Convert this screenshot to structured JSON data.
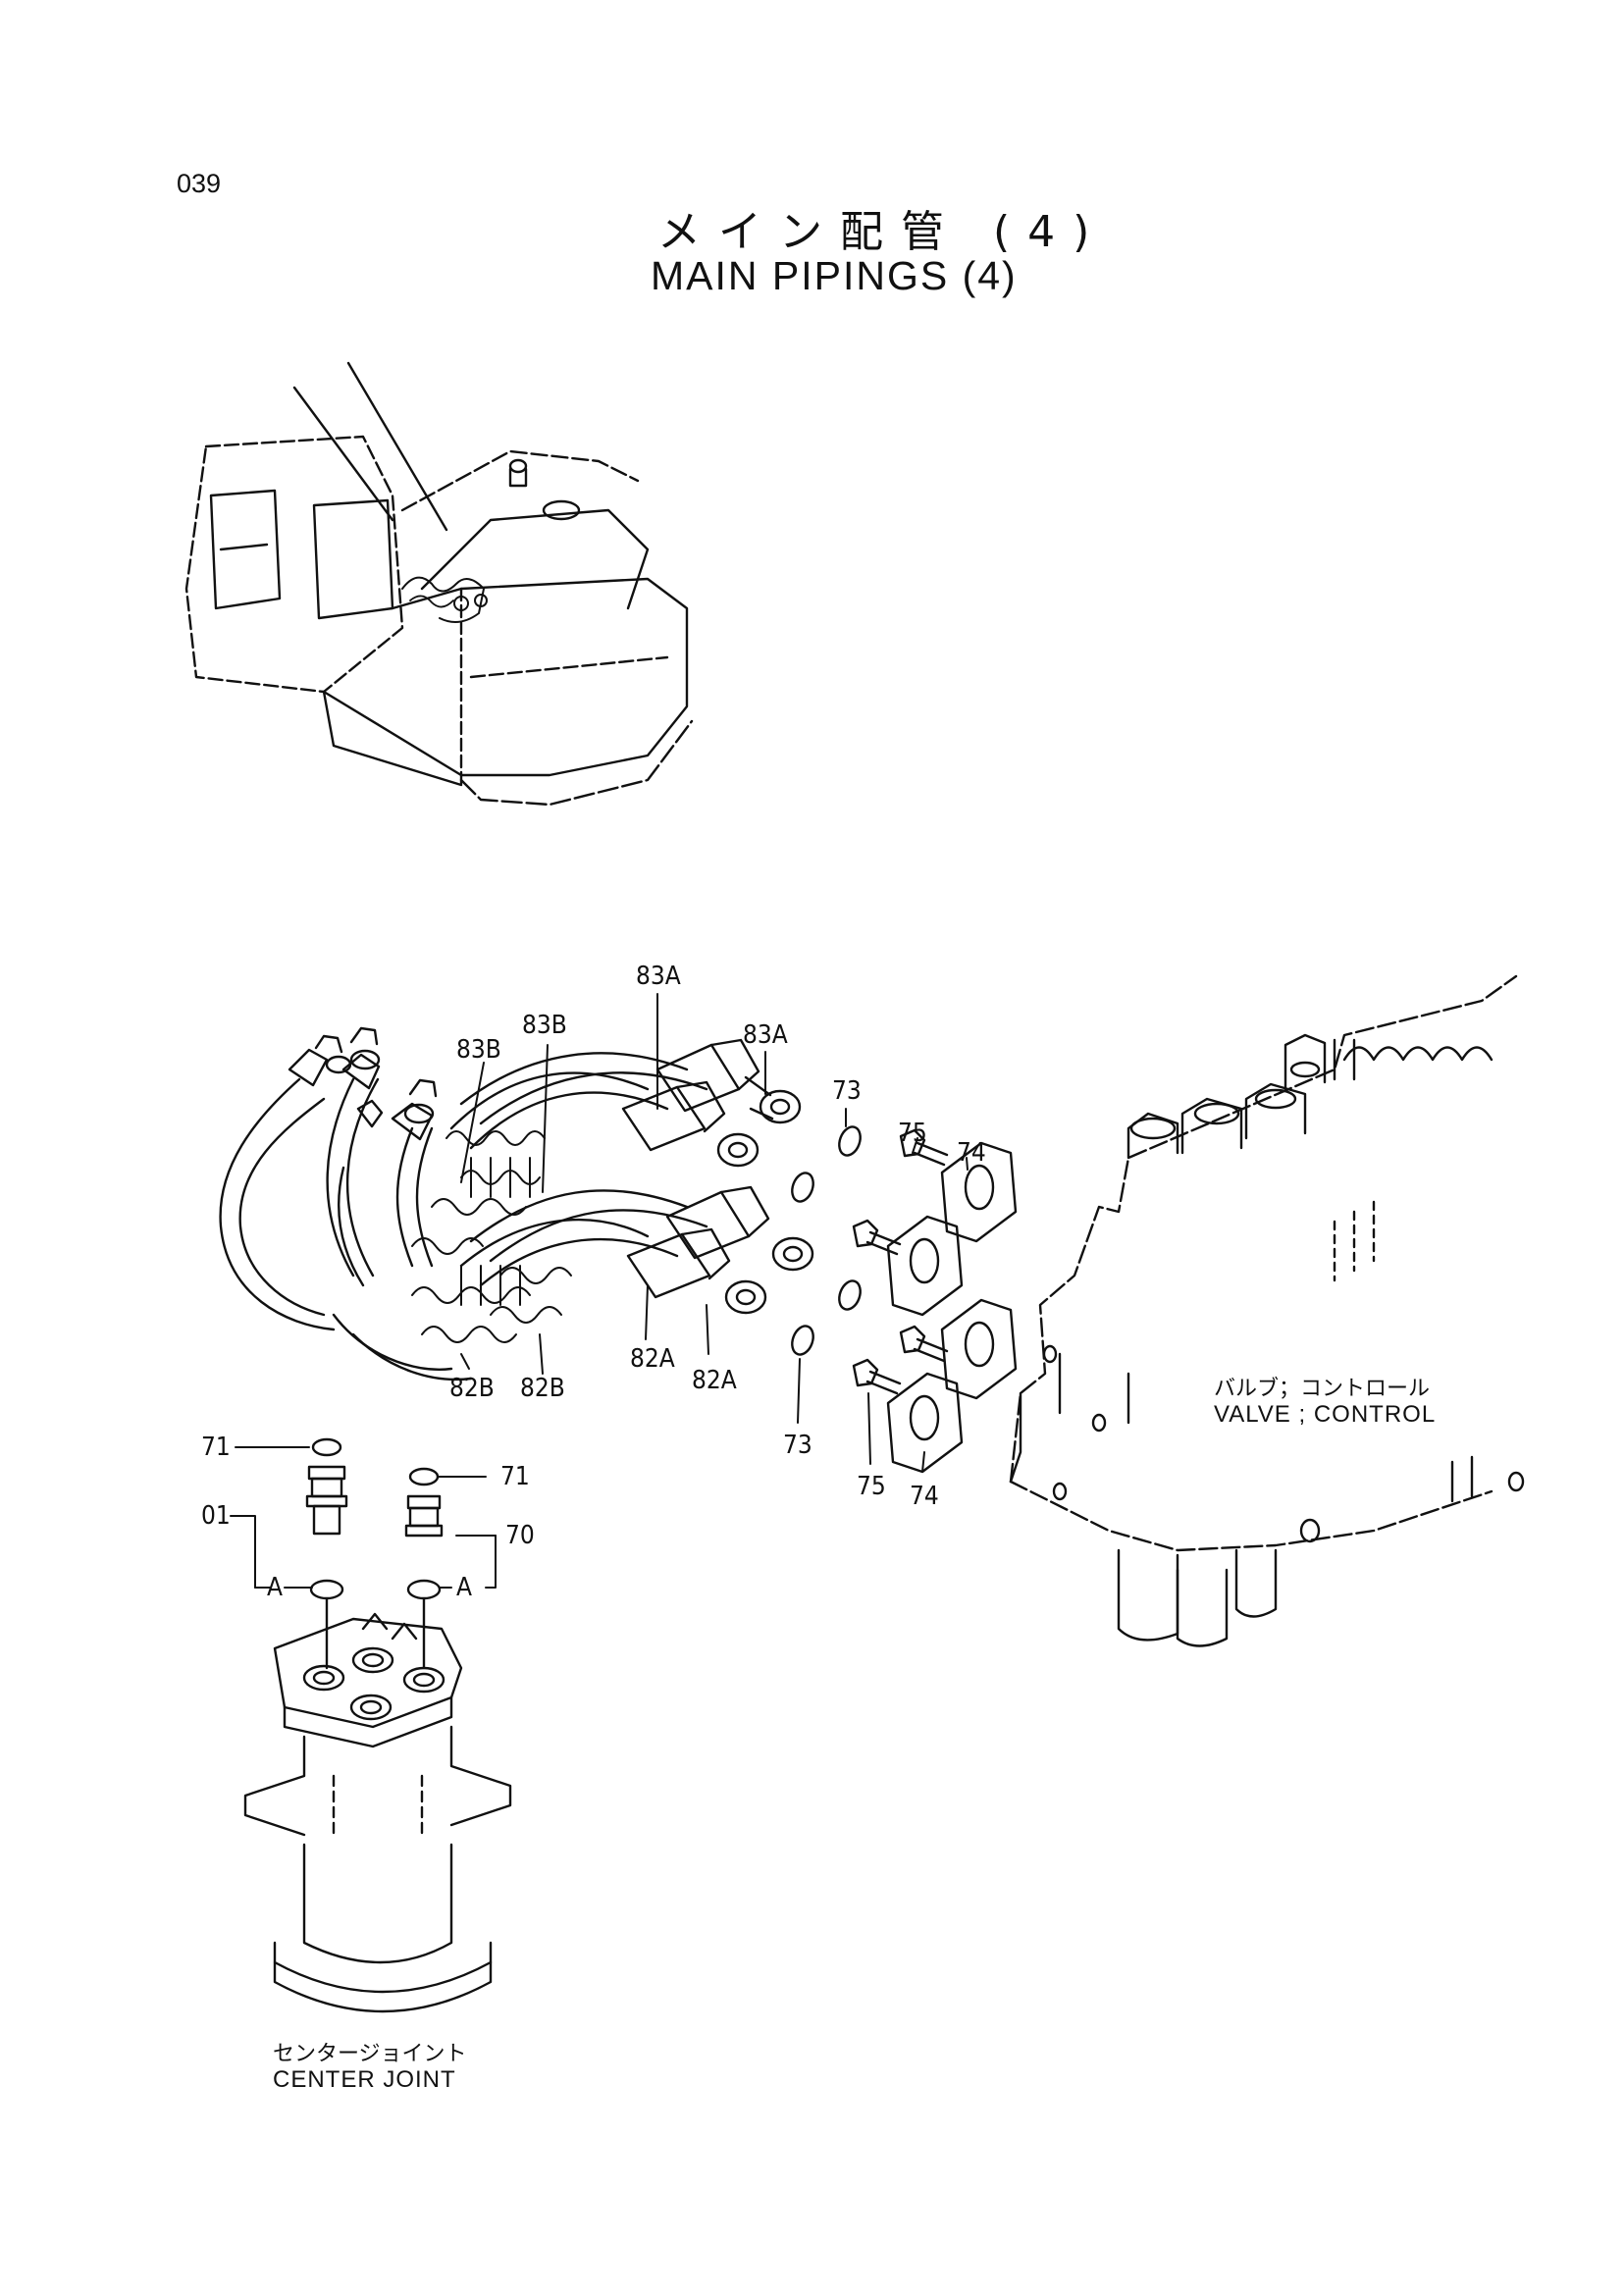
{
  "page": {
    "number": "039",
    "title_jp": "メイン配管 (4)",
    "title_en": "MAIN PIPINGS (4)"
  },
  "callouts": {
    "p83A_top": "83A",
    "p83A_right": "83A",
    "p83B_left": "83B",
    "p83B_right": "83B",
    "p82B_left": "82B",
    "p82B_right": "82B",
    "p82A_left": "82A",
    "p82A_right": "82A",
    "p73_top": "73",
    "p73_bottom": "73",
    "p75_top": "75",
    "p75_bottom": "75",
    "p74_top": "74",
    "p74_bottom": "74",
    "p71_left": "71",
    "p71_right": "71",
    "p01": "01",
    "p70": "70",
    "a_left": "A",
    "a_right": "A"
  },
  "captions": {
    "valve_jp": "バルブ；コントロール",
    "valve_en": "VALVE ; CONTROL",
    "joint_jp": "センタージョイント",
    "joint_en": "CENTER  JOINT"
  }
}
